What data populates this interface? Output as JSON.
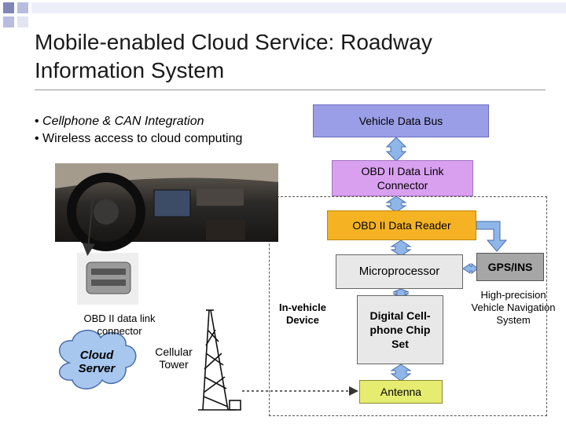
{
  "title": "Mobile-enabled Cloud Service: Roadway Information System",
  "bullets": [
    "Cellphone & CAN Integration",
    "Wireless access to cloud computing"
  ],
  "boxes": {
    "vehicle_data_bus": "Vehicle Data Bus",
    "obd_link_line1": "OBD II Data Link",
    "obd_link_line2": "Connector",
    "obd_reader": "OBD II Data Reader",
    "microprocessor": "Microprocessor",
    "gps": "GPS/INS",
    "chip_line1": "Digital Cell-",
    "chip_line2": "phone Chip",
    "chip_line3": "Set",
    "antenna": "Antenna"
  },
  "labels": {
    "in_vehicle_line1": "In-vehicle",
    "in_vehicle_line2": "Device",
    "hp_line1": "High-precision",
    "hp_line2": "Vehicle Navigation",
    "hp_line3": "System",
    "obd_conn_line1": "OBD II data link",
    "obd_conn_line2": "connector",
    "tower_line1": "Cellular",
    "tower_line2": "Tower",
    "cloud_line1": "Cloud",
    "cloud_line2": "Server"
  },
  "colors": {
    "vehicle_data_bus": "#9a9ee6",
    "obd_link": "#d9a0f0",
    "obd_reader": "#f5b324",
    "gps": "#a6a6a6",
    "antenna": "#e6ec70",
    "cloud": "#a7c7ee",
    "arrow": "#8fb6e8"
  }
}
